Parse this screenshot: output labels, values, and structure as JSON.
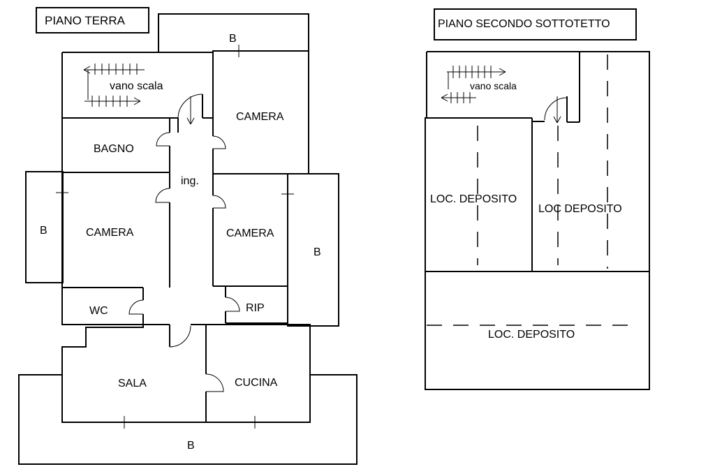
{
  "ground_floor": {
    "title": "PIANO TERRA",
    "rooms": {
      "stairwell": "vano scala",
      "bedroom_top": "CAMERA",
      "bathroom": "BAGNO",
      "entrance": "ing.",
      "bedroom_left": "CAMERA",
      "bedroom_center": "CAMERA",
      "wc": "WC",
      "storage": "RIP",
      "living": "SALA",
      "kitchen": "CUCINA"
    },
    "balconies": {
      "top": "B",
      "left": "B",
      "right": "B",
      "bottom": "B"
    }
  },
  "attic_floor": {
    "title": "PIANO SECONDO SOTTOTETTO",
    "rooms": {
      "stairwell": "vano scala",
      "storage_left": "LOC. DEPOSITO",
      "storage_center": "LOC DEPOSITO",
      "storage_bottom": "LOC. DEPOSITO"
    }
  }
}
